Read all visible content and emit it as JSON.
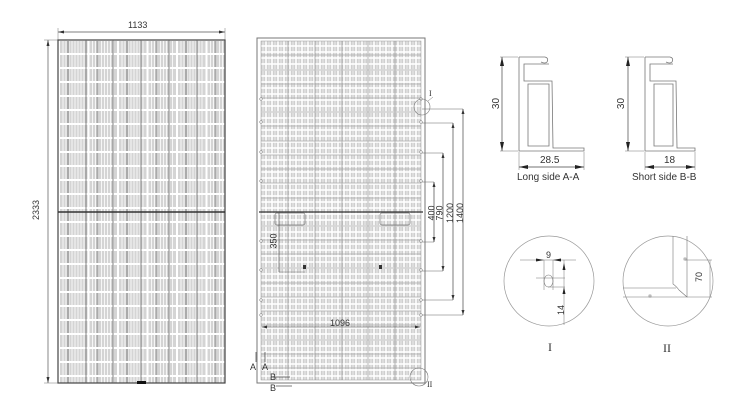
{
  "front_view": {
    "width_label": "1133",
    "height_label": "2333"
  },
  "back_view": {
    "mount_spacing_labels": [
      "400",
      "790",
      "1200",
      "1400"
    ],
    "hole_distance_label": "350",
    "hole_width_label": "1096",
    "detail_I_marker": "I",
    "detail_II_marker": "II",
    "section_A_label": "A",
    "section_A_label_2": "A",
    "section_B_label": "B",
    "section_B_label_2": "B"
  },
  "long_side_section": {
    "height_label": "30",
    "width_label": "28.5",
    "caption": "Long side A-A"
  },
  "short_side_section": {
    "height_label": "30",
    "width_label": "18",
    "caption": "Short side B-B"
  },
  "detail_I": {
    "width_label": "9",
    "height_label": "14",
    "caption": "I"
  },
  "detail_II": {
    "height_label": "70",
    "caption": "II"
  },
  "colors": {
    "line": "#555555",
    "cell_fill": "#c8c8c8",
    "frame": "#444444"
  }
}
